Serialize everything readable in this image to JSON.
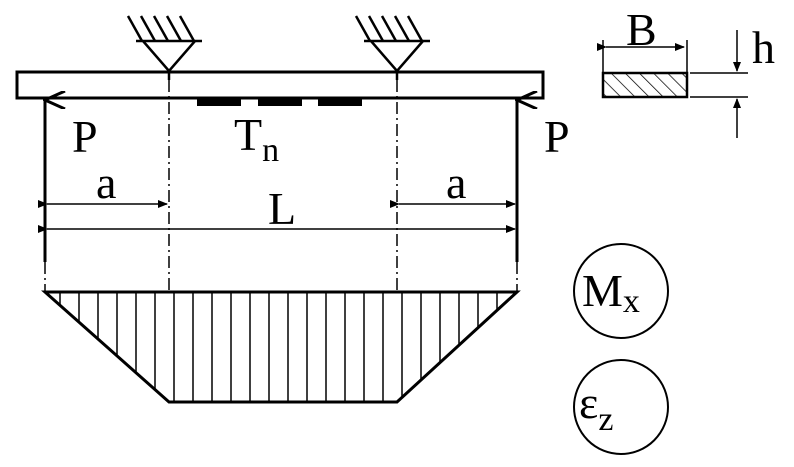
{
  "beam": {
    "load_left": "P",
    "load_right": "P",
    "gauges": "T",
    "gauges_sub": "n",
    "dim_left": "a",
    "dim_span": "L",
    "dim_right": "a"
  },
  "section": {
    "width": "B",
    "height": "h"
  },
  "diagram": {
    "moment": "M",
    "moment_sub": "x",
    "strain": "ε",
    "strain_sub": "z"
  },
  "colors": {
    "ink": "#000000",
    "paper": "#ffffff"
  }
}
